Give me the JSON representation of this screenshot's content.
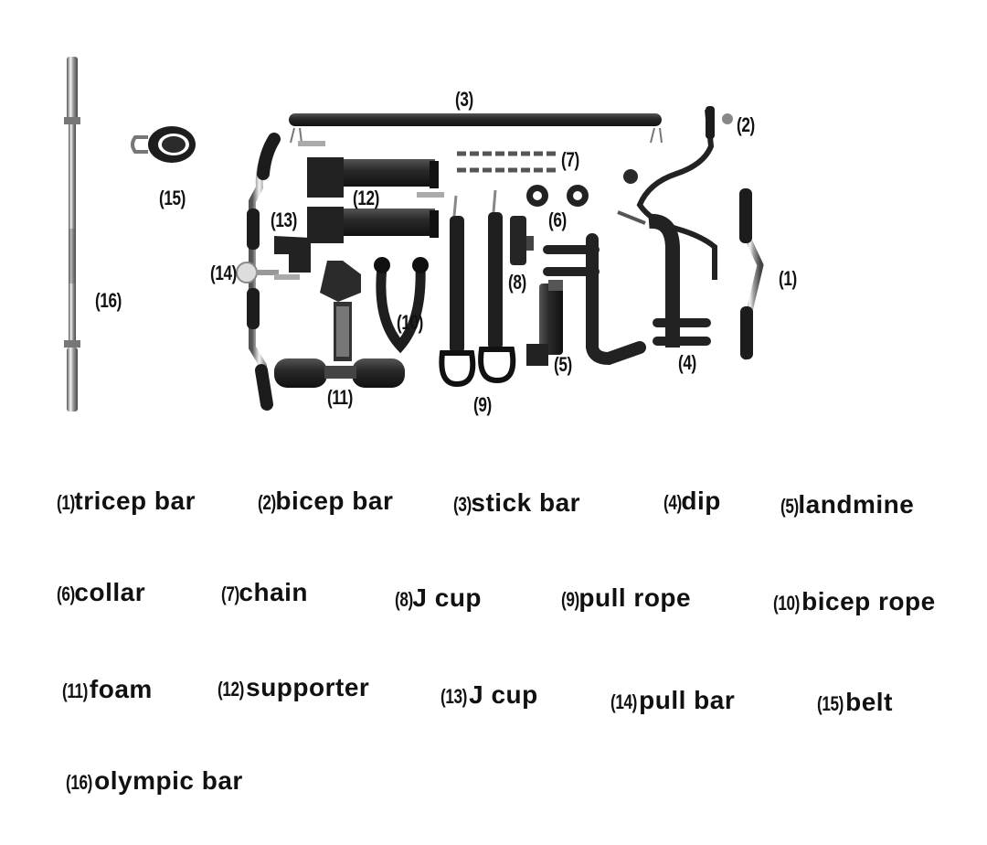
{
  "callouts": {
    "c1": "(1)",
    "c2": "(2)",
    "c3": "(3)",
    "c4": "(4)",
    "c5": "(5)",
    "c6": "(6)",
    "c7": "(7)",
    "c8": "(8)",
    "c9": "(9)",
    "c10": "(10)",
    "c11": "(11)",
    "c12": "(12)",
    "c13": "(13)",
    "c14": "(14)",
    "c15": "(15)",
    "c16": "(16)"
  },
  "legend": [
    {
      "num": "(1)",
      "name": "tricep bar"
    },
    {
      "num": "(2)",
      "name": "bicep bar"
    },
    {
      "num": "(3)",
      "name": "stick bar"
    },
    {
      "num": "(4)",
      "name": "dip"
    },
    {
      "num": "(5)",
      "name": "landmine"
    },
    {
      "num": "(6)",
      "name": "collar"
    },
    {
      "num": "(7)",
      "name": "chain"
    },
    {
      "num": "(8)",
      "name": "J cup"
    },
    {
      "num": "(9)",
      "name": "pull rope"
    },
    {
      "num": "(10)",
      "name": "bicep rope"
    },
    {
      "num": "(11)",
      "name": "foam"
    },
    {
      "num": "(12)",
      "name": "supporter"
    },
    {
      "num": "(13)",
      "name": "J cup"
    },
    {
      "num": "(14)",
      "name": "pull bar"
    },
    {
      "num": "(15)",
      "name": "belt"
    },
    {
      "num": "(16)",
      "name": "olympic bar"
    }
  ]
}
